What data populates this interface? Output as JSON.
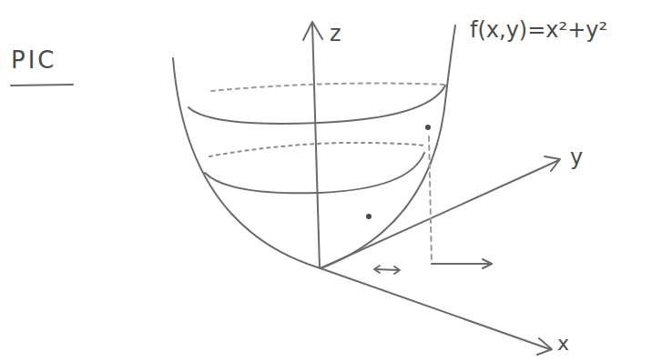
{
  "diagram": {
    "labels": [
      "PIC",
      "f(x,y)=x²+y²",
      "z",
      "y",
      "x"
    ]
  }
}
